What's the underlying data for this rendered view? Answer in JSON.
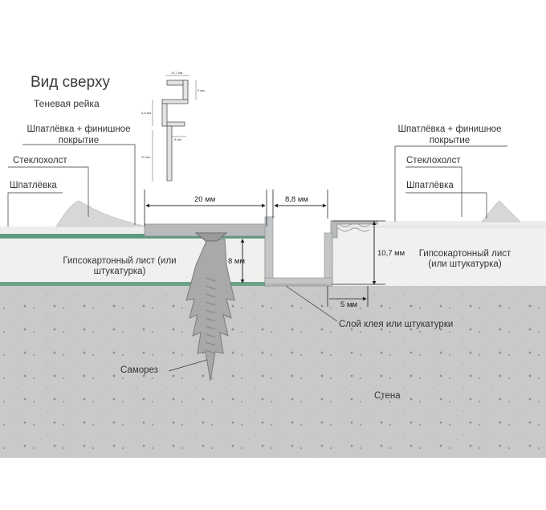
{
  "header": {
    "title": "Вид сверху",
    "subtitle": "Теневая рейка"
  },
  "labels": {
    "putty_finish_left": "Шпатлёвка + финишное покрытие",
    "putty_finish_right": "Шпатлёвка + финишное покрытие",
    "fiberglass_left": "Стеклохолст",
    "fiberglass_right": "Стеклохолст",
    "putty_left": "Шпатлёвка",
    "putty_right": "Шпатлёвка",
    "drywall_left": "Гипсокартонный лист (или штукатурка)",
    "drywall_right": "Гипсокартонный лист (или штукатурка)",
    "glue_layer": "Слой клея или штукатурки",
    "screw": "Саморез",
    "wall": "Стена"
  },
  "dimensions": {
    "flange_width": "20 мм",
    "channel_width": "8,8 мм",
    "board_thickness": "8 мм",
    "profile_depth": "10,7 мм",
    "offset": "5 мм"
  },
  "profile_dimensions": {
    "top": "10,7 мм",
    "right": "5 мм",
    "left": "8,8 мм",
    "bottom": "8 мм",
    "length": "20 мм"
  },
  "colors": {
    "wall": "#c9c9c7",
    "board": "#f0f0ee",
    "fiberglass": "#5f9a7e",
    "glue": "#7f9fc9",
    "profile": "#b7b9bb",
    "dowel": "#a9a9a9"
  }
}
